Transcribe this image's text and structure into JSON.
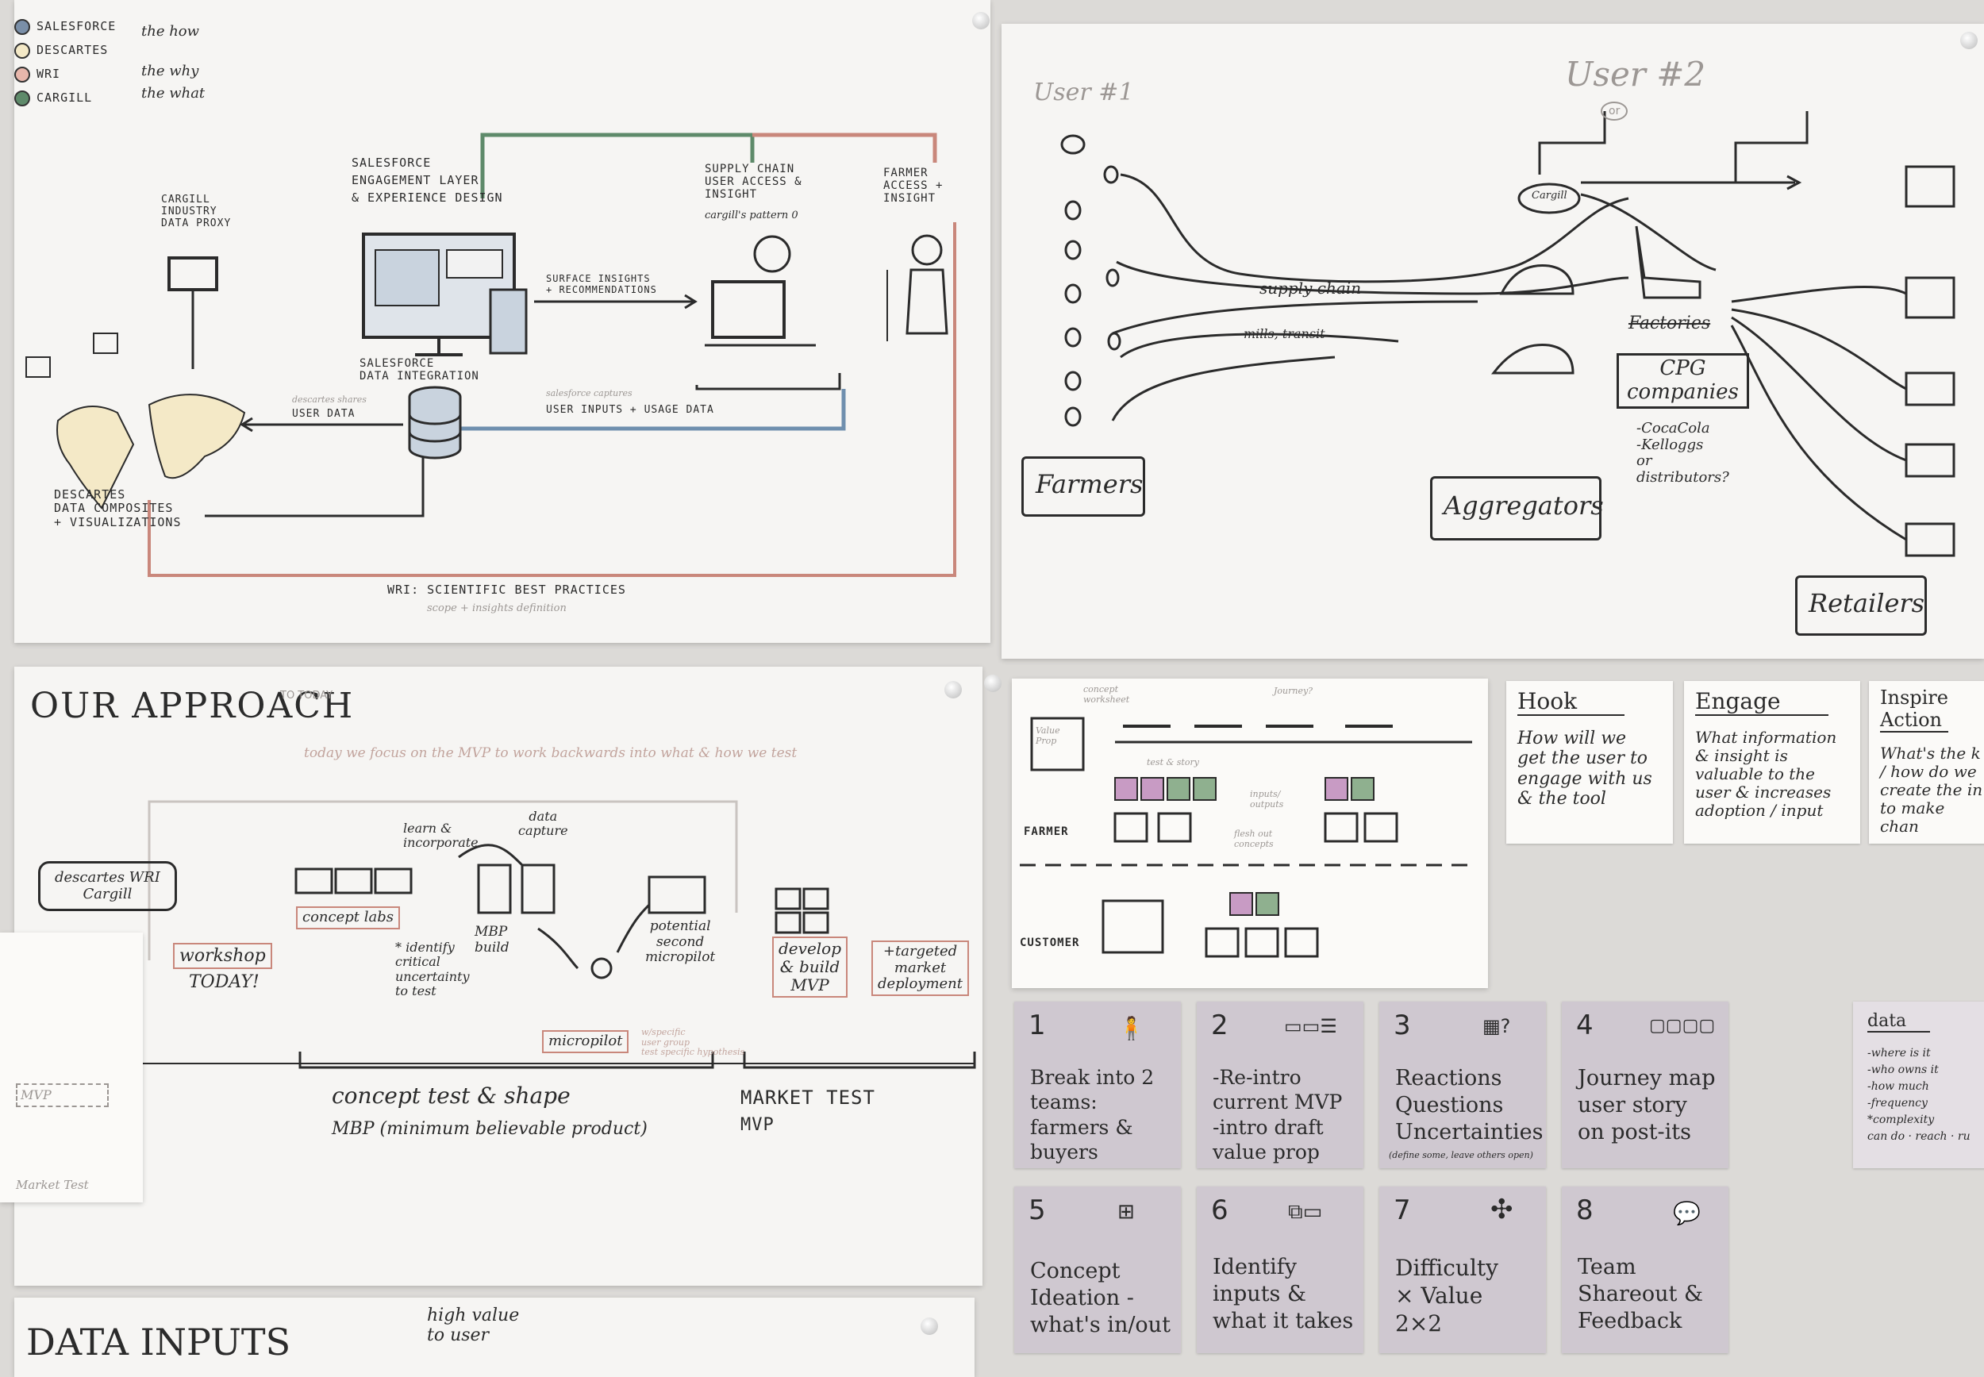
{
  "legend": {
    "items": [
      {
        "label": "Salesforce",
        "color": "#7a8fa8"
      },
      {
        "label": "Descartes",
        "color": "#f4e9c7"
      },
      {
        "label": "WRI",
        "color": "#e7b6ab"
      },
      {
        "label": "Cargill",
        "color": "#5e8a6a"
      }
    ],
    "the_how": "the how",
    "the_why": "the why",
    "the_what": "the what"
  },
  "architecture": {
    "cargill_industry": "Cargill\nindustry\ndata proxy",
    "salesforce_engagement": "Salesforce\nengagement layer\n& experience design",
    "supply_chain_user": "Supply chain\nuser access &\ninsight",
    "supply_chain_note": "cargill's pattern 0",
    "farmer_access": "Farmer\naccess + insight",
    "surface_insights": "surface insights\n+ recommendations",
    "salesforce_data_integration": "Salesforce\ndata integration",
    "user_data": "user data",
    "user_inputs": "user inputs + usage data",
    "descartes_composites": "Descartes\ndata composites\n+ visualizations",
    "wri_best_practices": "WRI: scientific best practices",
    "wri_sub": "scope + insights definition",
    "salesforce_captures": "salesforce captures",
    "descartes_shares": "descartes shares"
  },
  "supply_map": {
    "user1": "User #1",
    "user2": "User #2",
    "or": "or",
    "cargill": "Cargill",
    "supply_chain": "supply chain",
    "mills_transit": "mills, transit",
    "factories": "Factories",
    "cpg": "CPG\ncompanies",
    "cpg_examples": "-CocaCola\n-Kelloggs\nor\ndistributors?",
    "farmers": "Farmers",
    "aggregators": "Aggregators",
    "retailers": "Retailers"
  },
  "approach": {
    "title": "OUR APPROACH",
    "title_sub": "TO TODAY",
    "subtitle": "today we focus on the MVP to work backwards into what & how we test",
    "partners": "descartes WRI\nCargill",
    "workshop": "workshop",
    "today": "TODAY!",
    "concept_labs": "concept labs",
    "learn": "learn &\nincorporate",
    "data_capture": "data\ncapture",
    "mbp_build": "MBP\nbuild",
    "identify": "* identify\ncritical\nuncertainty\nto test",
    "potential": "potential\nsecond\nmicropilot",
    "micropilot": "micropilot",
    "micropilot_note": "w/specific\nuser group\ntest specific hypothesis",
    "develop": "develop\n& build\nMVP",
    "targeted": "+targeted\nmarket\ndeployment",
    "concept_test": "concept test & shape",
    "mbp_full": "MBP (minimum believable product)",
    "market_test": "MARKET TEST",
    "mvp": "MVP",
    "side_mvp": "MVP",
    "side_market": "Market Test"
  },
  "data_inputs": {
    "title": "DATA INPUTS",
    "high_value": "high value\nto user"
  },
  "canvas": {
    "concept_worksheet": "concept\nworksheet",
    "value_prop": "Value\nProp",
    "journey": "Journey?",
    "test_story": "test & story",
    "inputs_outputs": "inputs/\noutputs",
    "flesh_out": "flesh out\nconcepts",
    "farmer": "FARMER",
    "customer": "CUSTOMER"
  },
  "heads": [
    {
      "title": "Hook",
      "body": "How will we\nget the user to\nengage with us\n& the tool"
    },
    {
      "title": "Engage",
      "body": "What information\n& insight is\nvaluable to the\nuser & increases\nadoption / input"
    },
    {
      "title": "Inspire\nAction",
      "body": "What's the k\n/ how do we\ncreate the in\nto make chan"
    }
  ],
  "steps": [
    {
      "n": "1",
      "text": "Break into 2\nteams:\nfarmers & buyers"
    },
    {
      "n": "2",
      "text": "-Re-intro\ncurrent MVP\n-intro draft\nvalue prop"
    },
    {
      "n": "3",
      "text": "Reactions\nQuestions\nUncertainties"
    },
    {
      "n": "4",
      "text": "Journey map\nuser story\non post-its"
    },
    {
      "n": "5",
      "text": "Concept\nIdeation -\nwhat's in/out"
    },
    {
      "n": "6",
      "text": "Identify\ninputs &\nwhat it takes"
    },
    {
      "n": "7",
      "text": "Difficulty\n× Value\n2×2"
    },
    {
      "n": "8",
      "text": "Team\nShareout &\nFeedback"
    }
  ],
  "step3_note": "(define some, leave others open)",
  "data_note": {
    "title": "data",
    "lines": "-where is it\n-who owns it\n-how much\n-frequency\n*complexity\ncan do · reach · ru"
  }
}
